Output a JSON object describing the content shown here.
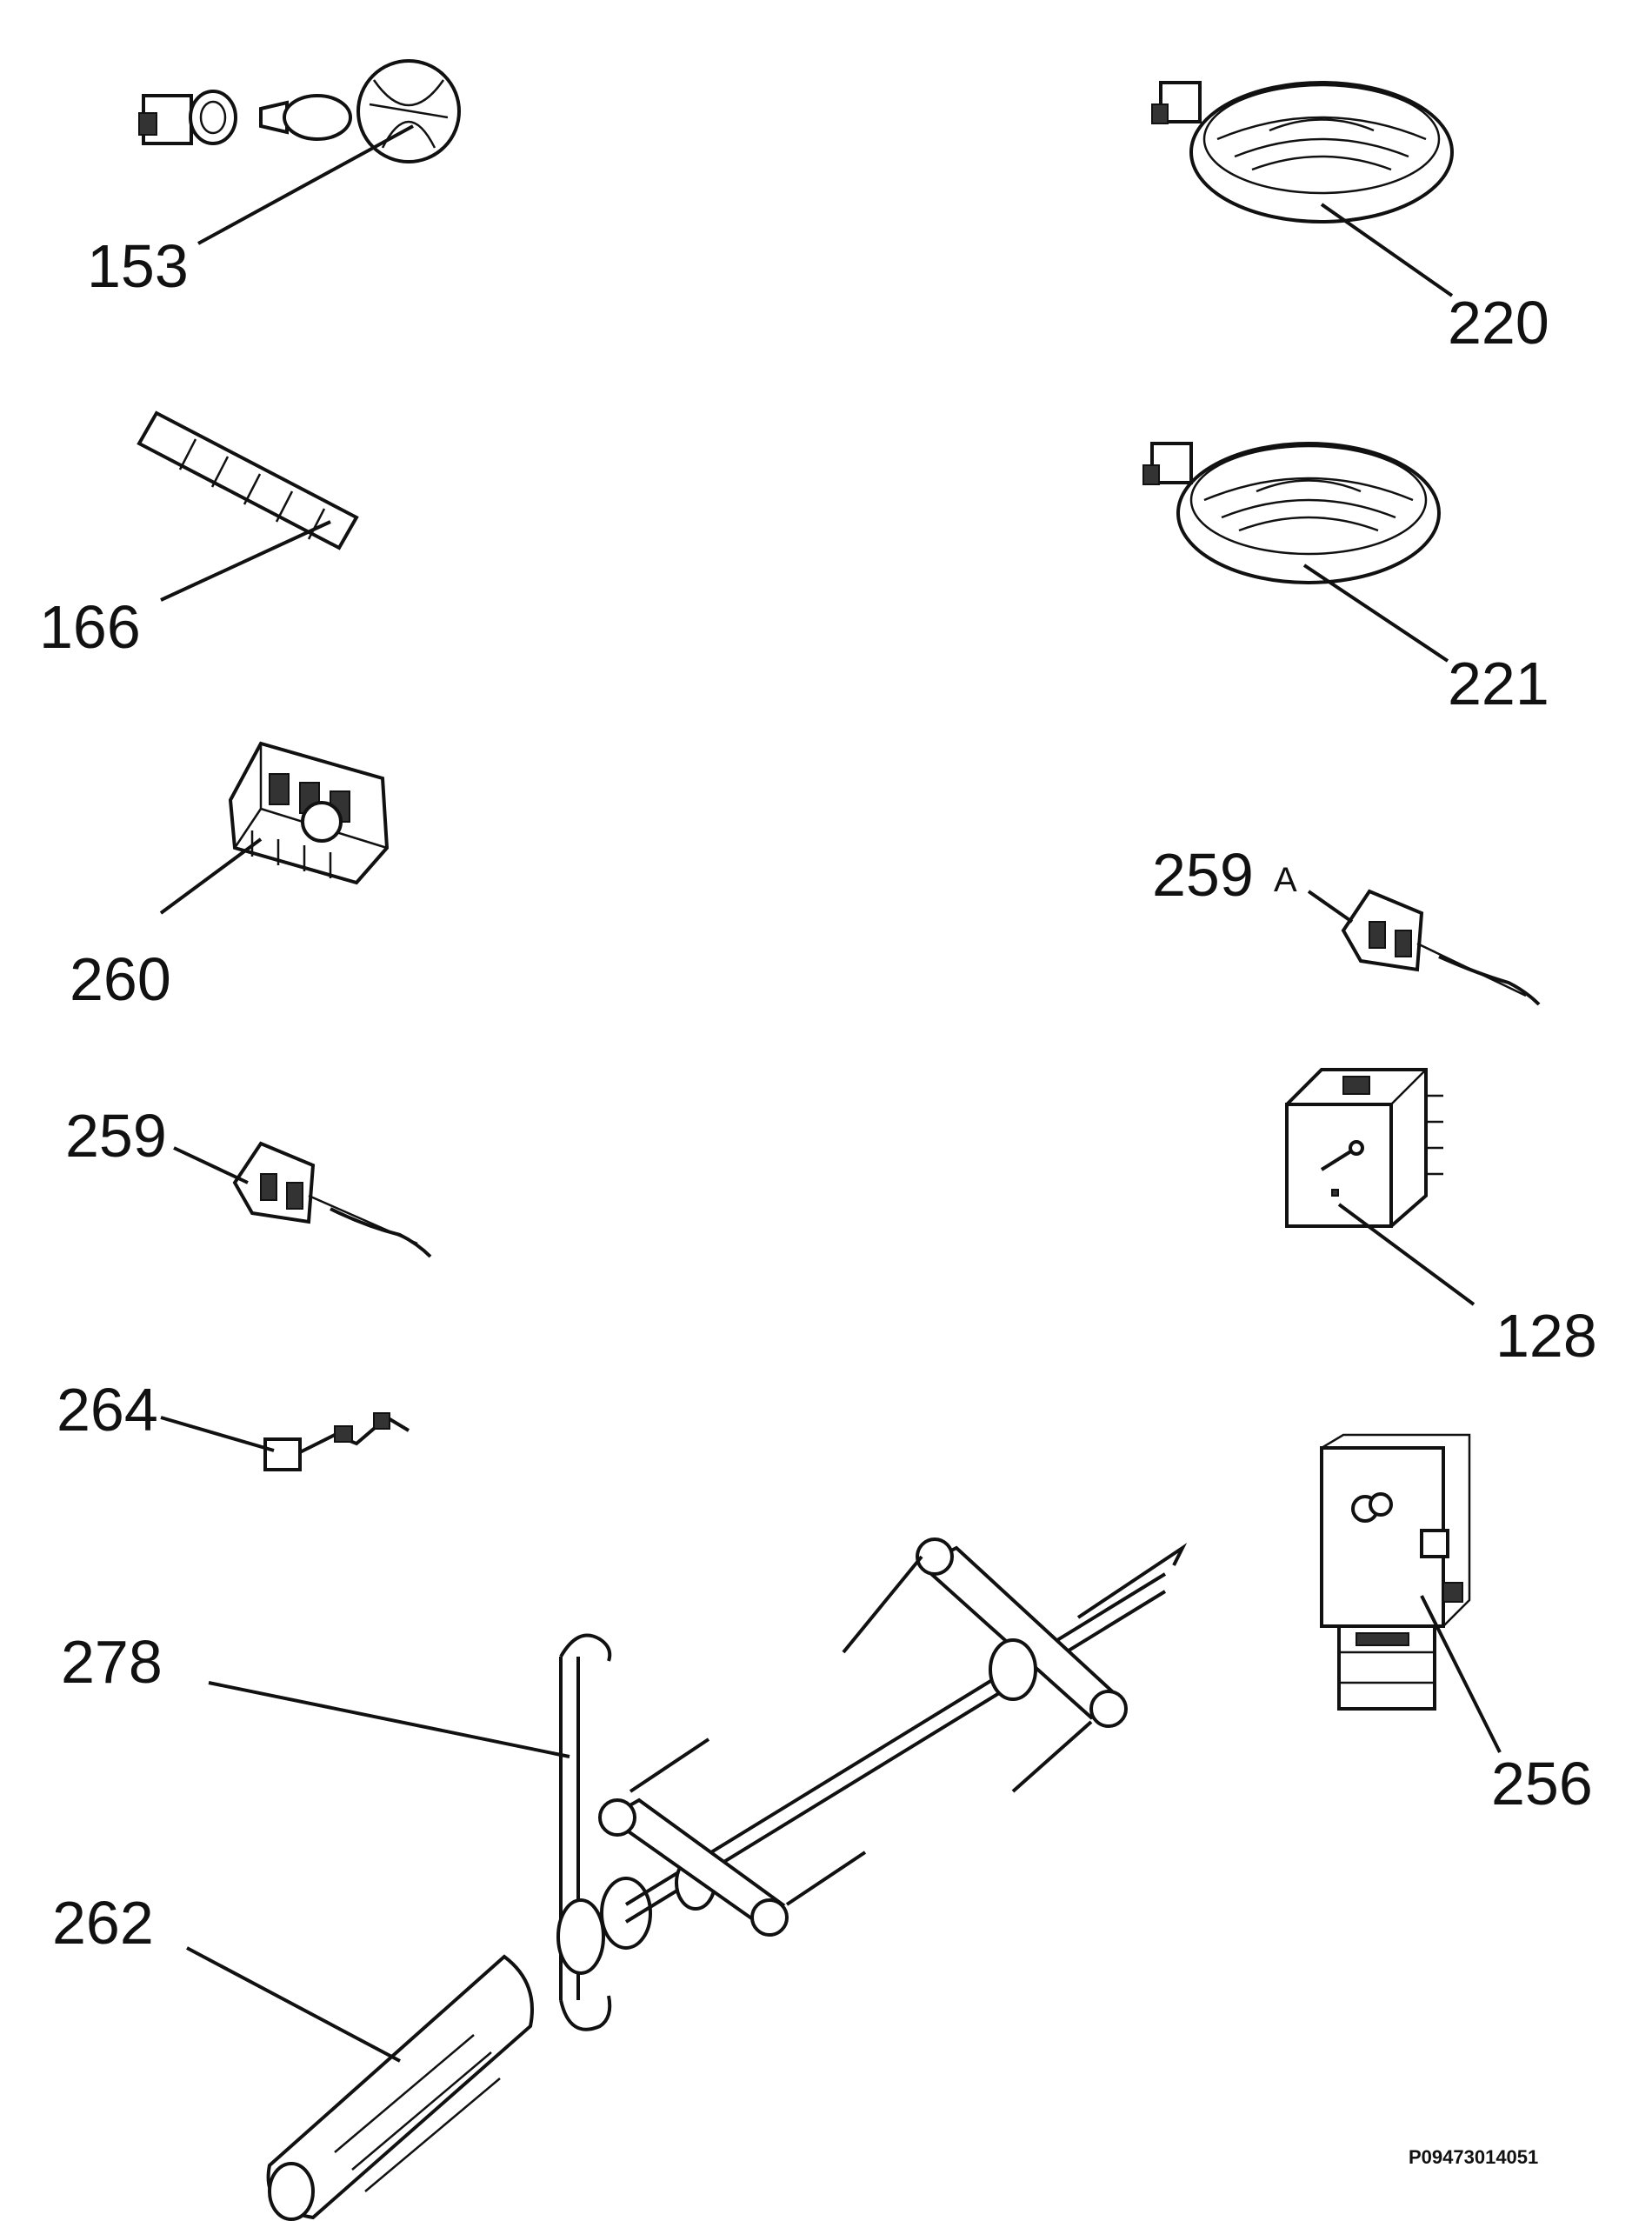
{
  "diagram": {
    "code": "P09473014051",
    "parts": [
      {
        "id": "p153",
        "label": "153"
      },
      {
        "id": "p166",
        "label": "166"
      },
      {
        "id": "p260",
        "label": "260"
      },
      {
        "id": "p259",
        "label": "259"
      },
      {
        "id": "p264",
        "label": "264"
      },
      {
        "id": "p278",
        "label": "278"
      },
      {
        "id": "p262",
        "label": "262"
      },
      {
        "id": "p220",
        "label": "220"
      },
      {
        "id": "p221",
        "label": "221"
      },
      {
        "id": "p259a",
        "label": "259",
        "suffix": "A"
      },
      {
        "id": "p128",
        "label": "128"
      },
      {
        "id": "p256",
        "label": "256"
      }
    ]
  }
}
